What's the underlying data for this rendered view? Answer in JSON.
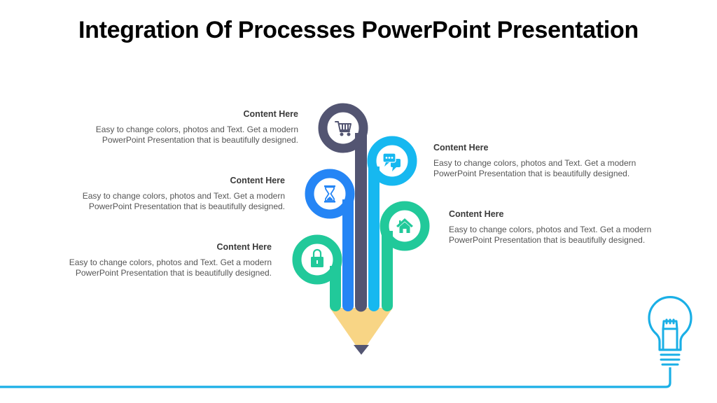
{
  "slide": {
    "title": "Integration Of Processes PowerPoint Presentation"
  },
  "items": [
    {
      "heading": "Content  Here",
      "body_line1": "Easy to change colors, photos and Text.  Get a modern",
      "body_line2": "PowerPoint  Presentation that is beautifully designed.",
      "icon": "shopping-cart-icon",
      "color": "#535572",
      "side": "left"
    },
    {
      "heading": "Content  Here",
      "body_line1": "Easy to change colors, photos and Text.  Get a modern",
      "body_line2": "PowerPoint  Presentation that is beautifully designed.",
      "icon": "chat-bubbles-icon",
      "color": "#16B8F0",
      "side": "right"
    },
    {
      "heading": "Content  Here",
      "body_line1": "Easy to change colors, photos and Text.  Get a modern",
      "body_line2": "PowerPoint  Presentation that is beautifully designed.",
      "icon": "hourglass-icon",
      "color": "#2585F5",
      "side": "left"
    },
    {
      "heading": "Content  Here",
      "body_line1": "Easy to change colors, photos and Text.  Get a modern",
      "body_line2": "PowerPoint  Presentation that is beautifully designed.",
      "icon": "home-icon",
      "color": "#21C99A",
      "side": "right"
    },
    {
      "heading": "Content  Here",
      "body_line1": "Easy to change colors, photos and Text.  Get a modern",
      "body_line2": "PowerPoint  Presentation that is beautifully designed.",
      "icon": "padlock-icon",
      "color": "#21C99A",
      "side": "left"
    }
  ],
  "colors": {
    "navy": "#535572",
    "cyan": "#16B8F0",
    "blue": "#2585F5",
    "green": "#21C99A",
    "pencil_wood": "#F8D585",
    "pencil_tip": "#535572",
    "accent_line": "#1AAFE6"
  }
}
